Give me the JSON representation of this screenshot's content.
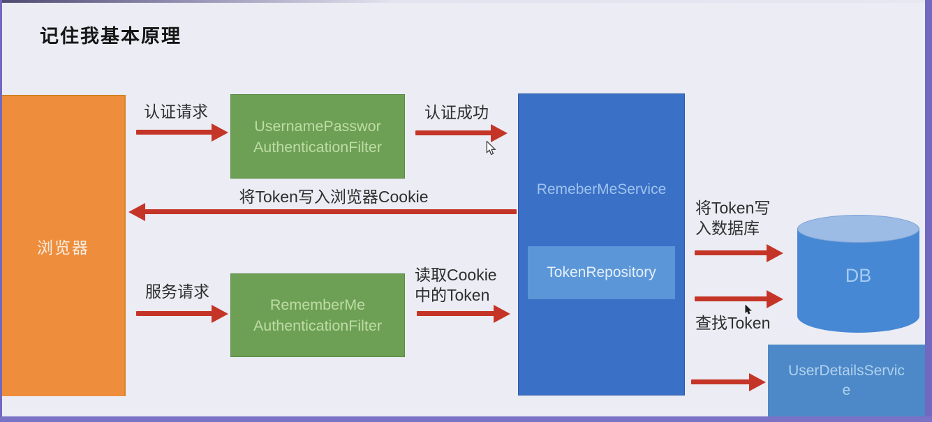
{
  "title": "记住我基本原理",
  "colors": {
    "background": "#ebecf4",
    "frame_purple": "#7168bf",
    "browser_fill": "#ee8e3d",
    "filter_fill": "#6da054",
    "filter_text": "#bedca6",
    "service_fill": "#3a70c6",
    "service_text": "#9fc3ee",
    "token_repository_fill": "#5b97d8",
    "db_body_fill": "#4788d4",
    "db_top_fill": "#9cbbe5",
    "user_details_fill": "#4d89c8",
    "arrow_red": "#c53527",
    "label_text": "#2e2e2e"
  },
  "nodes": {
    "browser": {
      "label": "浏览器"
    },
    "username_password_filter": {
      "line1": "UsernamePasswor",
      "line2": "AuthenticationFilter"
    },
    "remember_me_filter": {
      "line1": "RememberMe",
      "line2": "AuthenticationFilter"
    },
    "remember_me_service": {
      "label": "RemeberMeService"
    },
    "token_repository": {
      "label": "TokenRepository"
    },
    "db": {
      "label": "DB"
    },
    "user_details_service": {
      "line1": "UserDetailsServic",
      "line2": "e"
    }
  },
  "edges": {
    "auth_request": {
      "label": "认证请求"
    },
    "auth_success": {
      "label": "认证成功"
    },
    "write_cookie": {
      "label": "将Token写入浏览器Cookie"
    },
    "service_request": {
      "label": "服务请求"
    },
    "read_cookie": {
      "line1": "读取Cookie",
      "line2": "中的Token"
    },
    "write_db": {
      "line1": "将Token写",
      "line2": "入数据库"
    },
    "find_token": {
      "label": "查找Token"
    }
  }
}
